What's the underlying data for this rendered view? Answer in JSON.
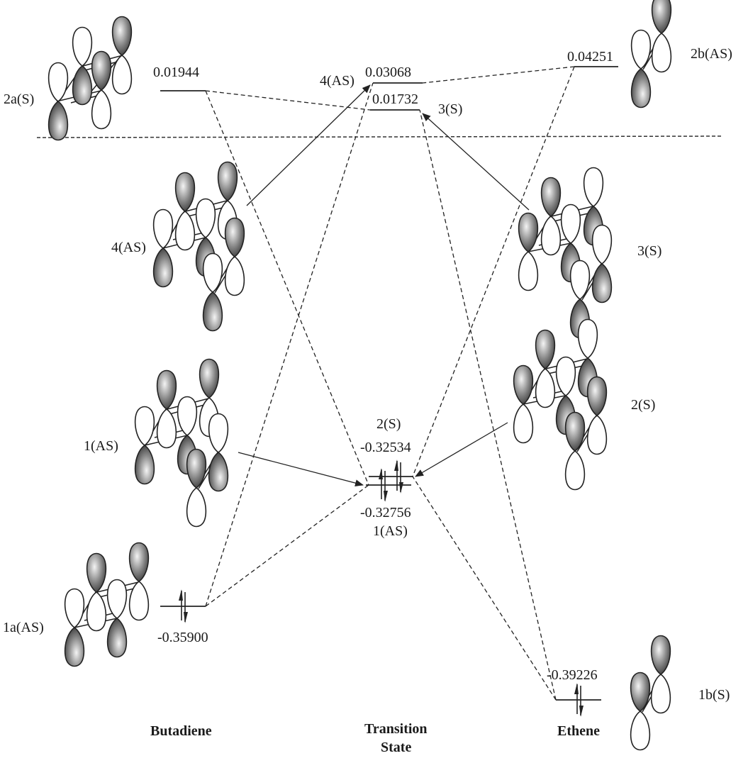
{
  "diagram": {
    "type": "molecular_orbital_correlation_diagram",
    "columns": {
      "left": "Butadiene",
      "middle_line1": "Transition",
      "middle_line2": "State",
      "right": "Ethene"
    },
    "levels": {
      "butadiene_lumo": {
        "label": "2a(S)",
        "energy": "0.01944",
        "occupied": false
      },
      "butadiene_homo": {
        "label": "1a(AS)",
        "energy": "-0.35900",
        "occupied": true
      },
      "ethene_lumo": {
        "label": "2b(AS)",
        "energy": "0.04251",
        "occupied": false
      },
      "ethene_homo": {
        "label": "1b(S)",
        "energy": "-0.39226",
        "occupied": true
      },
      "ts_4": {
        "label": "4(AS)",
        "energy": "0.03068",
        "occupied": false
      },
      "ts_3": {
        "label": "3(S)",
        "energy": "0.01732",
        "occupied": false
      },
      "ts_2": {
        "label": "2(S)",
        "energy": "-0.32534",
        "occupied": true
      },
      "ts_1": {
        "label": "1(AS)",
        "energy": "-0.32756",
        "occupied": true
      }
    },
    "orbital_pictures": {
      "ts_4": "4(AS)",
      "ts_3": "3(S)",
      "ts_2": "2(S)",
      "ts_1": "1(AS)"
    },
    "separator": "HOMO/LUMO dashed divider",
    "colors": {
      "ink": "#222222",
      "shade": "#7a7a7a",
      "background": "#ffffff"
    }
  }
}
